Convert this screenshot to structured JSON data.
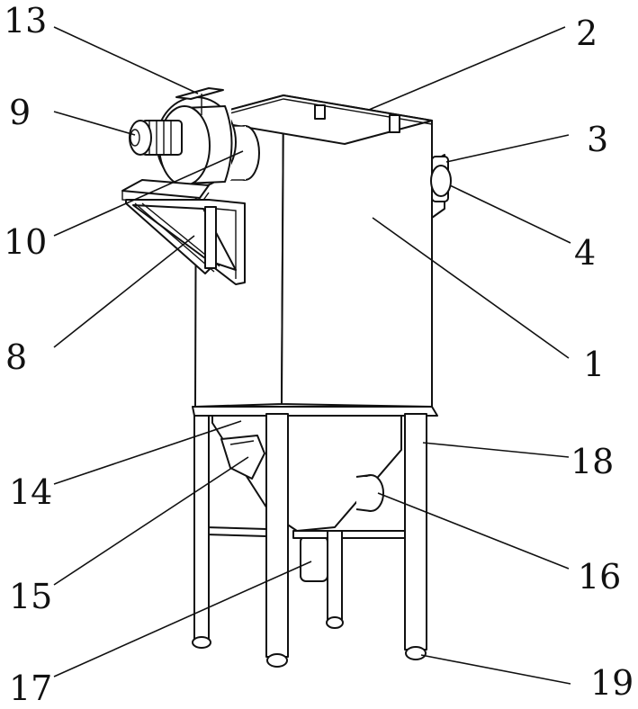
{
  "figure": {
    "callouts": [
      {
        "id": "c13",
        "label": "13"
      },
      {
        "id": "c2",
        "label": "2"
      },
      {
        "id": "c9",
        "label": "9"
      },
      {
        "id": "c3",
        "label": "3"
      },
      {
        "id": "c4",
        "label": "4"
      },
      {
        "id": "c10",
        "label": "10"
      },
      {
        "id": "c8",
        "label": "8"
      },
      {
        "id": "c1",
        "label": "1"
      },
      {
        "id": "c14",
        "label": "14"
      },
      {
        "id": "c18",
        "label": "18"
      },
      {
        "id": "c15",
        "label": "15"
      },
      {
        "id": "c16",
        "label": "16"
      },
      {
        "id": "c17",
        "label": "17"
      },
      {
        "id": "c19",
        "label": "19"
      }
    ]
  },
  "colors": {
    "line": "#111111",
    "background": "#ffffff"
  }
}
